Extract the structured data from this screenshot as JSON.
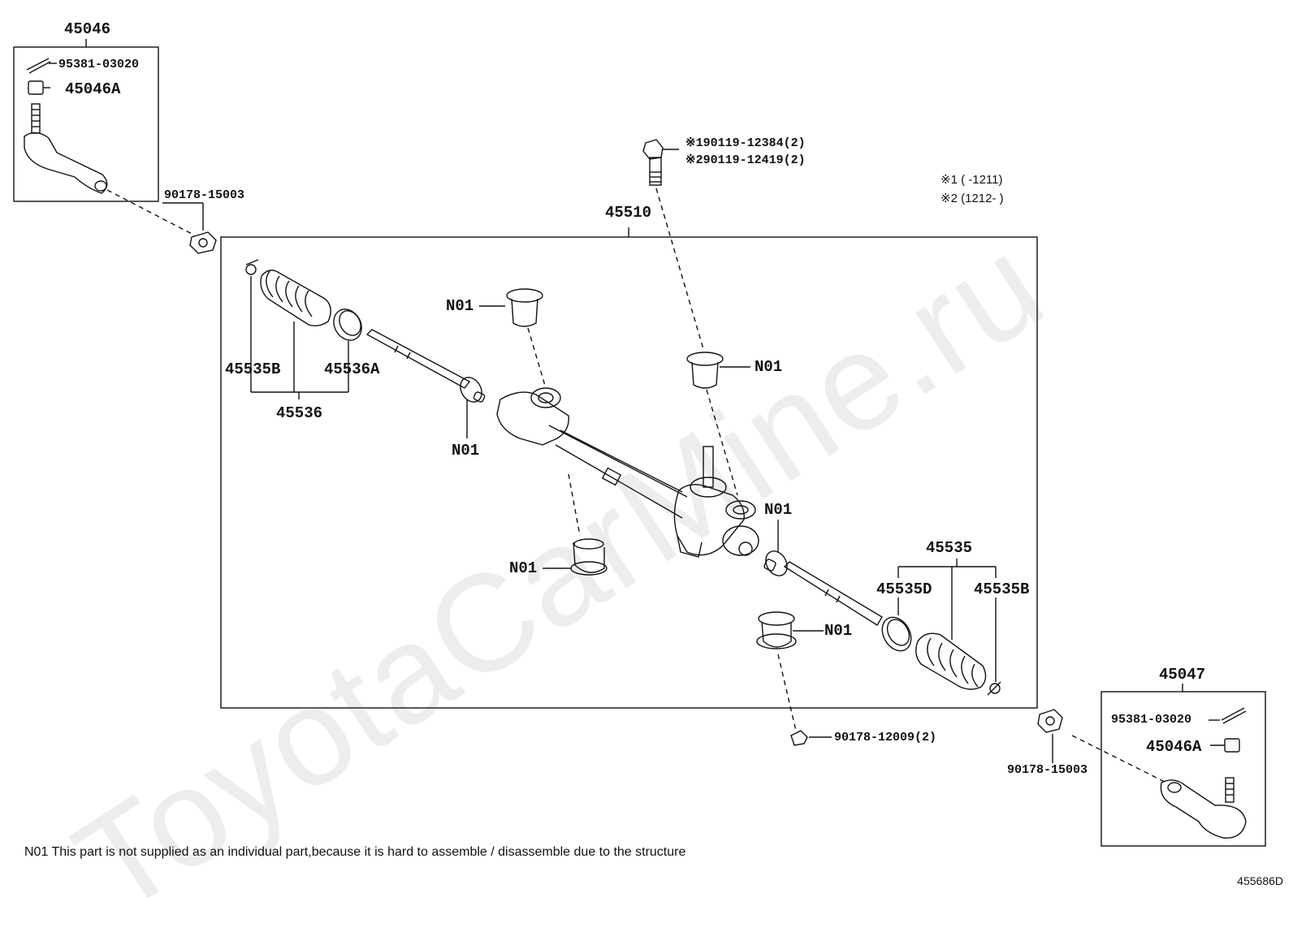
{
  "diagram": {
    "watermark": "ToyotaCarMine.ru",
    "footnote": "N01 This part is not supplied as an individual part,because it is hard to assemble / disassemble due to the structure",
    "figure_code": "455686D",
    "legend": {
      "line1": "※1 (     -1211)",
      "line2": "※2 (1212-     )"
    },
    "labels": {
      "tie_rod_end_lh": "45046",
      "cotter_pin_lh": "95381-03020",
      "nut_lh": "45046A",
      "nut_lh_outer": "90178-15003",
      "rack_assy": "45510",
      "bolt_1": "※190119-12384(2)",
      "bolt_2": "※290119-12419(2)",
      "clip_lh": "45535B",
      "clamp_lh": "45536A",
      "boot_set_lh": "45536",
      "n01_upper_left": "N01",
      "n01_rod_left": "N01",
      "n01_upper_right": "N01",
      "n01_right_end": "N01",
      "n01_lower_left": "N01",
      "n01_lower_right": "N01",
      "boot_set_rh": "45535",
      "clamp_rh": "45535D",
      "clip_rh": "45535B",
      "nut_bottom": "90178-12009(2)",
      "tie_rod_end_rh": "45047",
      "cotter_pin_rh": "95381-03020",
      "nut_rh": "45046A",
      "nut_rh_outer": "90178-15003"
    }
  }
}
